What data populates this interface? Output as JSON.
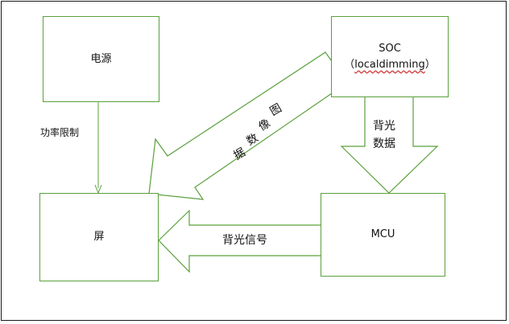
{
  "nodes": {
    "power": {
      "label": "电源"
    },
    "soc": {
      "label": "SOC",
      "sub_prefix": "（",
      "sub_word": "localdimming",
      "sub_suffix": "）"
    },
    "screen": {
      "label": "屏"
    },
    "mcu": {
      "label": "MCU"
    }
  },
  "edges": {
    "power_limit": {
      "label": "功率限制"
    },
    "image_data": {
      "chars": [
        "图",
        "像",
        "数",
        "据"
      ]
    },
    "backlight_data": {
      "line1": "背光",
      "line2": "数据"
    },
    "backlight_signal": {
      "label": "背光信号"
    }
  },
  "colors": {
    "outline": "#5aa03c",
    "frame": "#1a1a1a",
    "spellcheck_underline": "#d23a3a"
  }
}
